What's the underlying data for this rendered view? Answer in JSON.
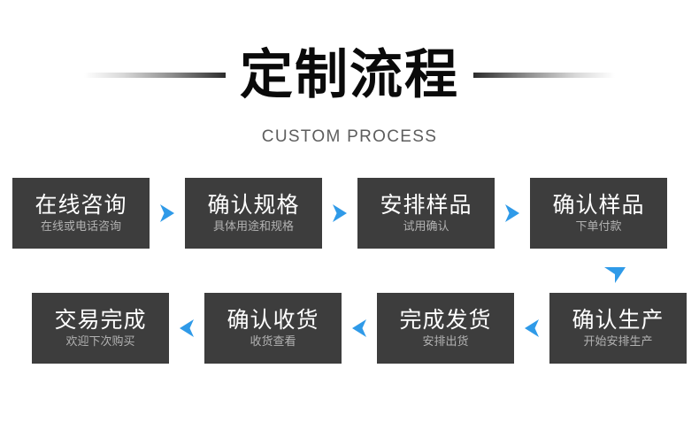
{
  "header": {
    "title": "定制流程",
    "subtitle": "CUSTOM PROCESS",
    "rule_gradient_from": "#ffffff",
    "rule_gradient_to": "#2c2c2c"
  },
  "theme": {
    "page_background": "#ffffff",
    "box_background": "#3d3d3d",
    "box_title_color": "#ffffff",
    "box_subtitle_color": "#b2b2b2",
    "arrow_color": "#2f9ae8",
    "title_color": "#0a0a0a",
    "subtitle_color": "#5d5d5d"
  },
  "flow": {
    "row1": {
      "direction": "left-to-right",
      "steps": [
        {
          "title": "在线咨询",
          "subtitle": "在线或电话咨询"
        },
        {
          "title": "确认规格",
          "subtitle": "具体用途和规格"
        },
        {
          "title": "安排样品",
          "subtitle": "试用确认"
        },
        {
          "title": "确认样品",
          "subtitle": "下单付款"
        }
      ]
    },
    "row2": {
      "direction": "right-to-left",
      "steps": [
        {
          "title": "确认生产",
          "subtitle": "开始安排生产"
        },
        {
          "title": "完成发货",
          "subtitle": "安排出货"
        },
        {
          "title": "确认收货",
          "subtitle": "收货查看"
        },
        {
          "title": "交易完成",
          "subtitle": "欢迎下次购买"
        }
      ]
    },
    "connector": {
      "icon": "arrow-down-icon",
      "position": "right"
    }
  }
}
